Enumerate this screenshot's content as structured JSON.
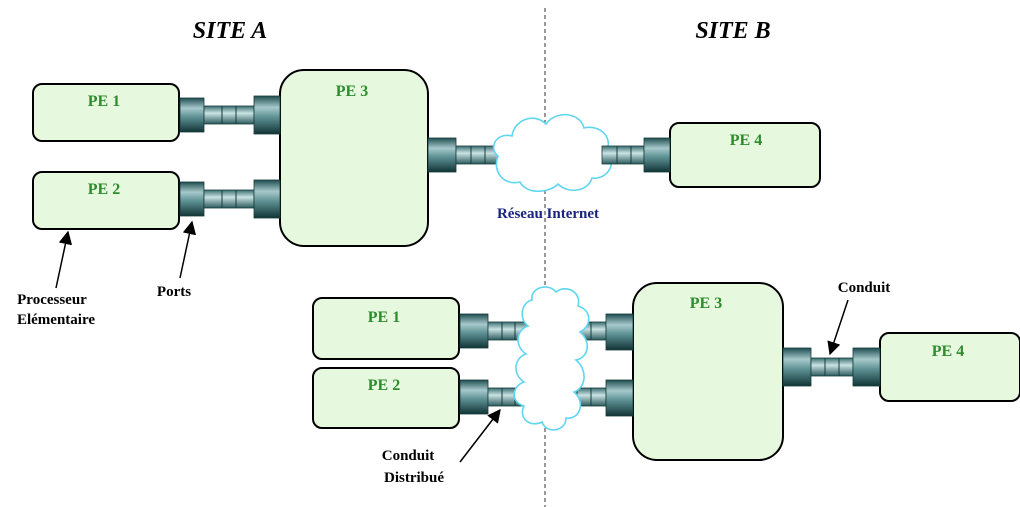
{
  "site_a": {
    "title": "SITE A"
  },
  "site_b": {
    "title": "SITE B"
  },
  "top": {
    "pe1": "PE 1",
    "pe2": "PE 2",
    "pe3": "PE 3",
    "pe4": "PE 4",
    "network_label": "Réseau Internet"
  },
  "bottom": {
    "pe1": "PE 1",
    "pe2": "PE 2",
    "pe3": "PE 3",
    "pe4": "PE 4"
  },
  "annotations": {
    "processor_line1": "Processeur",
    "processor_line2": "Elémentaire",
    "ports": "Ports",
    "conduit": "Conduit",
    "distributed_conduit_line1": "Conduit",
    "distributed_conduit_line2": "Distribué"
  },
  "colors": {
    "pe_fill": "#e6f8dd",
    "pe_label": "#2e8b2e",
    "cloud_stroke": "#5fd6f0",
    "network_label": "#1a237e"
  }
}
